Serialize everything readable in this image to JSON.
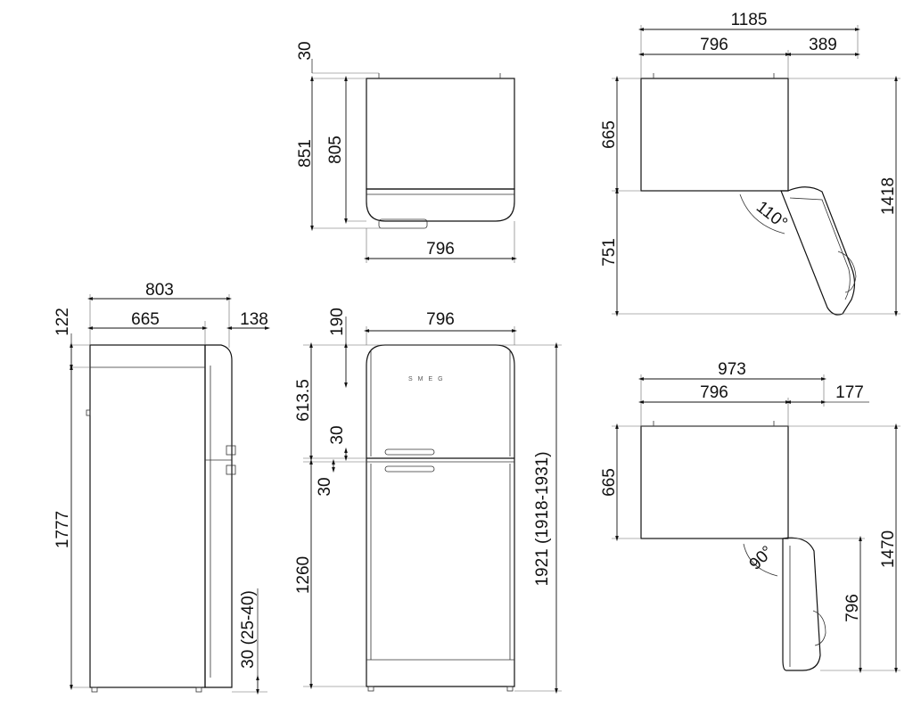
{
  "dimensions": {
    "top_view": {
      "handle_offset": "30",
      "total_depth": "851",
      "body_depth": "805",
      "width": "796"
    },
    "side_view": {
      "total_depth": "803",
      "body_depth": "665",
      "door_depth": "138",
      "top_clearance": "122",
      "height": "1777",
      "feet": "30 (25-40)"
    },
    "front_view": {
      "width": "796",
      "top_clearance": "190",
      "freezer_height": "613.5",
      "gap_upper": "30",
      "gap_lower": "30",
      "fridge_height": "1260",
      "total_height": "1921 (1918-1931)"
    },
    "door_110": {
      "total_width": "1185",
      "body_width": "796",
      "door_swing": "389",
      "body_depth": "665",
      "door_depth": "751",
      "total_depth": "1418",
      "angle": "110°"
    },
    "door_90": {
      "total_width": "973",
      "body_width": "796",
      "door_swing": "177",
      "body_depth": "665",
      "door_depth": "796",
      "total_depth": "1470",
      "angle": "90°"
    }
  },
  "brand_logo": "SMEG"
}
